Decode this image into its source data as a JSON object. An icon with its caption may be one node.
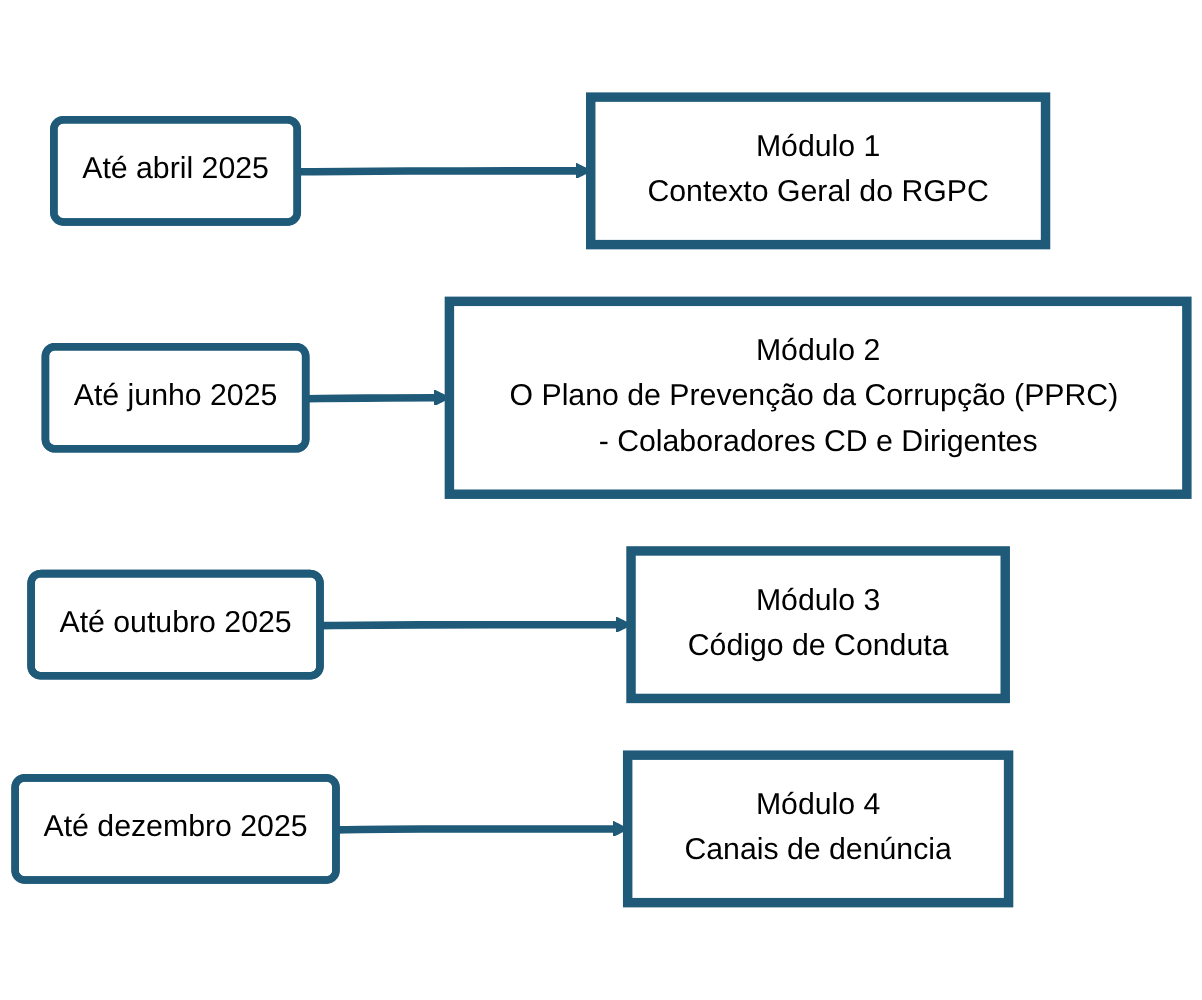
{
  "diagram": {
    "nodes": [
      {
        "text": [
          "Até abril 2025"
        ]
      },
      {
        "text": [
          "Módulo 1",
          "Contexto Geral do RGPC"
        ]
      },
      {
        "text": [
          "Até junho 2025"
        ]
      },
      {
        "text": [
          "Módulo 2",
          "O Plano de Prevenção da Corrupção (PPRC) - Colaboradores CD e Dirigentes"
        ]
      },
      {
        "text": [
          "Até outubro 2025"
        ]
      },
      {
        "text": [
          "Módulo 3",
          "Código de Conduta"
        ]
      },
      {
        "text": [
          "Até dezembro 2025"
        ]
      },
      {
        "text": [
          "Módulo 4",
          "Canais de denúncia"
        ]
      }
    ],
    "edges": [
      {
        "from": 0,
        "to": 1,
        "arrow": "to"
      },
      {
        "from": 2,
        "to": 3,
        "arrow": "to"
      },
      {
        "from": 4,
        "to": 5,
        "arrow": "to"
      },
      {
        "from": 6,
        "to": 7,
        "arrow": "to"
      }
    ]
  }
}
